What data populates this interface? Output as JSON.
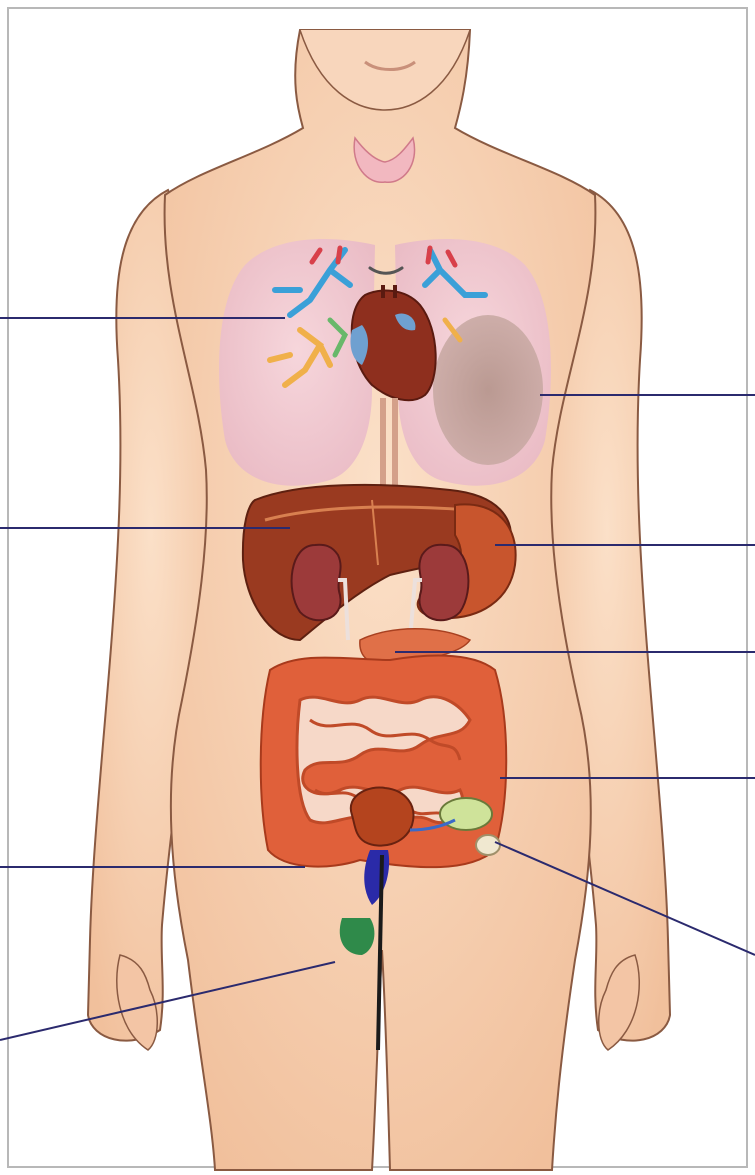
{
  "diagram": {
    "type": "unlabeled-anatomy-worksheet",
    "colors": {
      "frame": "#b8b8b8",
      "skin": "#f6d0b2",
      "skin_outline": "#8a5a42",
      "lung": "#f1c9d4",
      "lung_left_tint": "#b49a8e",
      "heart": "#8e2f1e",
      "liver": "#9a3a20",
      "stomach": "#c8552d",
      "kidney": "#9c3a3a",
      "intestine": "#e0603a",
      "bladder": "#b4441e",
      "ovary": "#cfe39a",
      "vessel_blue": "#2a2aa8",
      "urethra_green": "#2f8a4a",
      "leader_line": "#2b2a6e"
    },
    "leader_lines": [
      {
        "id": "lung-left-pointer",
        "side": "left",
        "target": "lung"
      },
      {
        "id": "lung-right-pointer",
        "side": "right",
        "target": "lung"
      },
      {
        "id": "liver-pointer",
        "side": "left",
        "target": "liver"
      },
      {
        "id": "stomach-pointer",
        "side": "right",
        "target": "stomach"
      },
      {
        "id": "pancreas-pointer",
        "side": "right",
        "target": "pancreas"
      },
      {
        "id": "large-intestine-pointer",
        "side": "right",
        "target": "large intestine"
      },
      {
        "id": "bladder-pointer",
        "side": "left",
        "target": "bladder"
      },
      {
        "id": "ovary-pointer",
        "side": "right",
        "target": "ovary"
      },
      {
        "id": "urethra-pointer",
        "side": "left",
        "target": "urethra"
      }
    ]
  }
}
